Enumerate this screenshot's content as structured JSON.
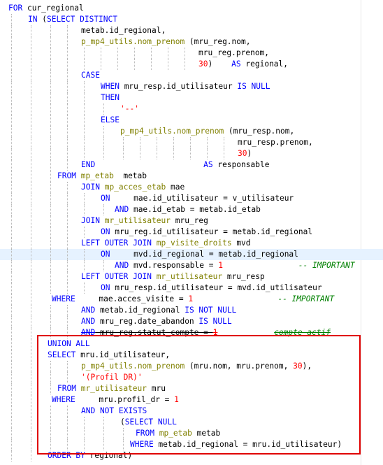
{
  "colors": {
    "keyword": "#0000ff",
    "function": "#808000",
    "string": "#ff0000",
    "number": "#ff0000",
    "comment": "#008000",
    "identifier": "#000000",
    "selection_box": "#e00000",
    "current_line": "#e6f2ff"
  },
  "lines": [
    {
      "tokens": [
        {
          "t": "FOR",
          "k": "kw"
        },
        {
          "t": " cur_regional",
          "k": "id"
        }
      ]
    },
    {
      "tokens": [
        {
          "t": "IN",
          "k": "kw"
        },
        {
          "t": " (",
          "k": "op"
        },
        {
          "t": "SELECT DISTINCT",
          "k": "kw"
        }
      ]
    },
    {
      "tokens": [
        {
          "t": "metab.id_regional,",
          "k": "id"
        }
      ]
    },
    {
      "tokens": [
        {
          "t": "p_mp4_utils.nom_prenom",
          "k": "fn"
        },
        {
          "t": " (mru_reg.nom,",
          "k": "id"
        }
      ]
    },
    {
      "tokens": [
        {
          "t": "mru_reg.prenom,",
          "k": "id"
        }
      ]
    },
    {
      "tokens": [
        {
          "t": "30",
          "k": "num"
        },
        {
          "t": ")    ",
          "k": "op"
        },
        {
          "t": "AS",
          "k": "kw"
        },
        {
          "t": " regional,",
          "k": "id"
        }
      ]
    },
    {
      "tokens": [
        {
          "t": "CASE",
          "k": "kw"
        }
      ]
    },
    {
      "tokens": [
        {
          "t": "WHEN",
          "k": "kw"
        },
        {
          "t": " mru_resp.id_utilisateur ",
          "k": "id"
        },
        {
          "t": "IS NULL",
          "k": "kw"
        }
      ]
    },
    {
      "tokens": [
        {
          "t": "THEN",
          "k": "kw"
        }
      ]
    },
    {
      "tokens": [
        {
          "t": "'--'",
          "k": "str"
        }
      ]
    },
    {
      "tokens": [
        {
          "t": "ELSE",
          "k": "kw"
        }
      ]
    },
    {
      "tokens": [
        {
          "t": "p_mp4_utils.nom_prenom",
          "k": "fn"
        },
        {
          "t": " (mru_resp.nom,",
          "k": "id"
        }
      ]
    },
    {
      "tokens": [
        {
          "t": "mru_resp.prenom,",
          "k": "id"
        }
      ]
    },
    {
      "tokens": [
        {
          "t": "30",
          "k": "num"
        },
        {
          "t": ")",
          "k": "op"
        }
      ]
    },
    {
      "tokens": [
        {
          "t": "END",
          "k": "kw"
        },
        {
          "t": "                       ",
          "k": "op"
        },
        {
          "t": "AS",
          "k": "kw"
        },
        {
          "t": " responsable",
          "k": "id"
        }
      ]
    },
    {
      "tokens": [
        {
          "t": "FROM",
          "k": "kw"
        },
        {
          "t": " ",
          "k": "op"
        },
        {
          "t": "mp_etab",
          "k": "fn"
        },
        {
          "t": "  metab",
          "k": "id"
        }
      ]
    },
    {
      "tokens": [
        {
          "t": "JOIN",
          "k": "kw"
        },
        {
          "t": " ",
          "k": "op"
        },
        {
          "t": "mp_acces_etab",
          "k": "fn"
        },
        {
          "t": " mae",
          "k": "id"
        }
      ]
    },
    {
      "tokens": [
        {
          "t": "ON",
          "k": "kw"
        },
        {
          "t": "     mae.id_utilisateur = v_utilisateur",
          "k": "id"
        }
      ]
    },
    {
      "tokens": [
        {
          "t": "AND",
          "k": "kw"
        },
        {
          "t": " mae.id_etab = metab.id_etab",
          "k": "id"
        }
      ]
    },
    {
      "tokens": [
        {
          "t": "JOIN",
          "k": "kw"
        },
        {
          "t": " ",
          "k": "op"
        },
        {
          "t": "mr_utilisateur",
          "k": "fn"
        },
        {
          "t": " mru_reg",
          "k": "id"
        }
      ]
    },
    {
      "tokens": [
        {
          "t": "ON",
          "k": "kw"
        },
        {
          "t": " mru_reg.id_utilisateur = metab.id_regional",
          "k": "id"
        }
      ]
    },
    {
      "tokens": [
        {
          "t": "LEFT OUTER JOIN",
          "k": "kw"
        },
        {
          "t": " ",
          "k": "op"
        },
        {
          "t": "mp_visite_droits",
          "k": "fn"
        },
        {
          "t": " mvd",
          "k": "id"
        }
      ]
    },
    {
      "tokens": [
        {
          "t": "ON",
          "k": "kw"
        },
        {
          "t": "     mvd.id_regional = metab.id_regional",
          "k": "id"
        }
      ]
    },
    {
      "tokens": [
        {
          "t": "AND",
          "k": "kw"
        },
        {
          "t": " mvd.responsable = ",
          "k": "id"
        },
        {
          "t": "1",
          "k": "num"
        },
        {
          "t": "                ",
          "k": "op"
        },
        {
          "t": "-- IMPORTANT",
          "k": "cmt"
        }
      ]
    },
    {
      "tokens": [
        {
          "t": "LEFT OUTER JOIN",
          "k": "kw"
        },
        {
          "t": " ",
          "k": "op"
        },
        {
          "t": "mr_utilisateur",
          "k": "fn"
        },
        {
          "t": " mru_resp",
          "k": "id"
        }
      ]
    },
    {
      "tokens": [
        {
          "t": "ON",
          "k": "kw"
        },
        {
          "t": " mru_resp.id_utilisateur = mvd.id_utilisateur",
          "k": "id"
        }
      ]
    },
    {
      "tokens": [
        {
          "t": "WHERE",
          "k": "kw"
        },
        {
          "t": "     mae.acces_visite = ",
          "k": "id"
        },
        {
          "t": "1",
          "k": "num"
        },
        {
          "t": "                  ",
          "k": "op"
        },
        {
          "t": "-- IMPORTANT",
          "k": "cmt"
        }
      ]
    },
    {
      "tokens": [
        {
          "t": "AND",
          "k": "kw"
        },
        {
          "t": " metab.id_regional ",
          "k": "id"
        },
        {
          "t": "IS NOT NULL",
          "k": "kw"
        }
      ]
    },
    {
      "tokens": [
        {
          "t": "AND",
          "k": "kw"
        },
        {
          "t": " mru_reg.date_abandon ",
          "k": "id"
        },
        {
          "t": "IS NULL",
          "k": "kw"
        }
      ]
    },
    {
      "tokens": [
        {
          "t": "AND",
          "k": "kw",
          "x": true
        },
        {
          "t": " mru_reg.statut_compte = ",
          "k": "id",
          "x": true
        },
        {
          "t": "1",
          "k": "num",
          "x": true
        },
        {
          "t": "            ",
          "k": "op"
        },
        {
          "t": "compte actif",
          "k": "cmt",
          "x": true
        }
      ]
    },
    {
      "tokens": [
        {
          "t": "UNION ALL",
          "k": "kw"
        }
      ]
    },
    {
      "tokens": [
        {
          "t": "SELECT",
          "k": "kw"
        },
        {
          "t": " mru.id_utilisateur,",
          "k": "id"
        }
      ]
    },
    {
      "tokens": [
        {
          "t": "p_mp4_utils.nom_prenom",
          "k": "fn"
        },
        {
          "t": " (mru.nom, mru.prenom, ",
          "k": "id"
        },
        {
          "t": "30",
          "k": "num"
        },
        {
          "t": "),",
          "k": "op"
        }
      ]
    },
    {
      "tokens": [
        {
          "t": "'(Profil DR)'",
          "k": "str"
        }
      ]
    },
    {
      "tokens": [
        {
          "t": "FROM",
          "k": "kw"
        },
        {
          "t": " ",
          "k": "op"
        },
        {
          "t": "mr_utilisateur",
          "k": "fn"
        },
        {
          "t": " mru",
          "k": "id"
        }
      ]
    },
    {
      "tokens": [
        {
          "t": "WHERE",
          "k": "kw"
        },
        {
          "t": "     mru.profil_dr = ",
          "k": "id"
        },
        {
          "t": "1",
          "k": "num"
        }
      ]
    },
    {
      "tokens": [
        {
          "t": "AND NOT EXISTS",
          "k": "kw"
        }
      ]
    },
    {
      "tokens": [
        {
          "t": "(",
          "k": "op"
        },
        {
          "t": "SELECT NULL",
          "k": "kw"
        }
      ]
    },
    {
      "tokens": [
        {
          "t": "FROM",
          "k": "kw"
        },
        {
          "t": " ",
          "k": "op"
        },
        {
          "t": "mp_etab",
          "k": "fn"
        },
        {
          "t": " metab",
          "k": "id"
        }
      ]
    },
    {
      "tokens": [
        {
          "t": "WHERE",
          "k": "kw"
        },
        {
          "t": " metab.id_regional = mru.id_utilisateur)",
          "k": "id"
        }
      ]
    },
    {
      "tokens": [
        {
          "t": "ORDER BY",
          "k": "kw"
        },
        {
          "t": " regional)",
          "k": "id"
        }
      ]
    }
  ]
}
